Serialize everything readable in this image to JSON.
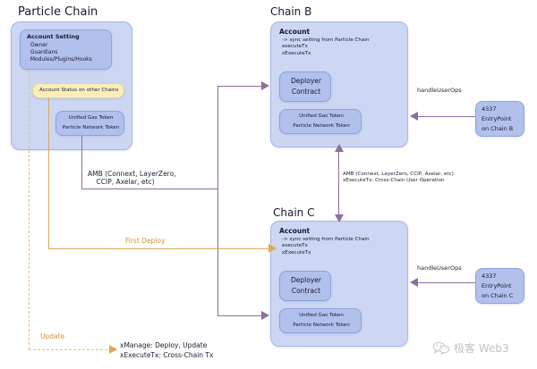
{
  "diagram": {
    "title_particle": "Particle Chain",
    "title_chain_b": "Chain B",
    "title_chain_c": "Chain C"
  },
  "particle_chain": {
    "account_setting": {
      "heading": "Account Setting",
      "lines": "  Owner\n  Guardians\n  Modules/Plugins/Hooks"
    },
    "account_status": {
      "label": "Account Status on other Chains"
    },
    "token_box": {
      "line1": "Unified Gas Token",
      "line2": "Particle Network Token"
    }
  },
  "chain_b": {
    "account": {
      "heading": "Account",
      "lines": "-> sync setting from Particle Chain\nexecuteTx\nxExecuteTx"
    },
    "deployer": {
      "line1": "Deployer",
      "line2": "Contract"
    },
    "token_box": {
      "line1": "Unified Gas Token",
      "line2": "Particle Network Token"
    },
    "entrypoint": {
      "line1": "4337",
      "line2": "EntryPoint",
      "line3": "on Chain B"
    },
    "handle_user_ops": "handleUserOps"
  },
  "chain_c": {
    "account": {
      "heading": "Account",
      "lines": "-> sync setting from Particle Chain\nexecuteTx\nxExecuteTx"
    },
    "deployer": {
      "line1": "Deployer",
      "line2": "Contract"
    },
    "token_box": {
      "line1": "Unified Gas Token",
      "line2": "Particle Network Token"
    },
    "entrypoint": {
      "line1": "4337",
      "line2": "EntryPoint",
      "line3": "on Chain C"
    },
    "handle_user_ops": "handleUserOps"
  },
  "edges": {
    "amb_left": "AMB (Connext, LayerZero,\n    CCIP, Axelar, etc)",
    "amb_right": "AMB (Connext, LayerZero, CCIP, Axelar, etc)\nxExecuteTx: Cross-Chain User Operation",
    "first_deploy": "First Deploy",
    "update": "Update"
  },
  "legend": {
    "line1": "xManage: Deploy, Update",
    "line2": "xExecuteTx: Cross-Chain Tx"
  },
  "watermark": {
    "text": "极客 Web3"
  },
  "colors": {
    "chain_fill": "#cdd7f4",
    "node_fill": "#b2c0ec",
    "yellow_fill": "#fdeeb9",
    "purple_line": "#8d6e9c",
    "orange_line": "#e0a856"
  }
}
